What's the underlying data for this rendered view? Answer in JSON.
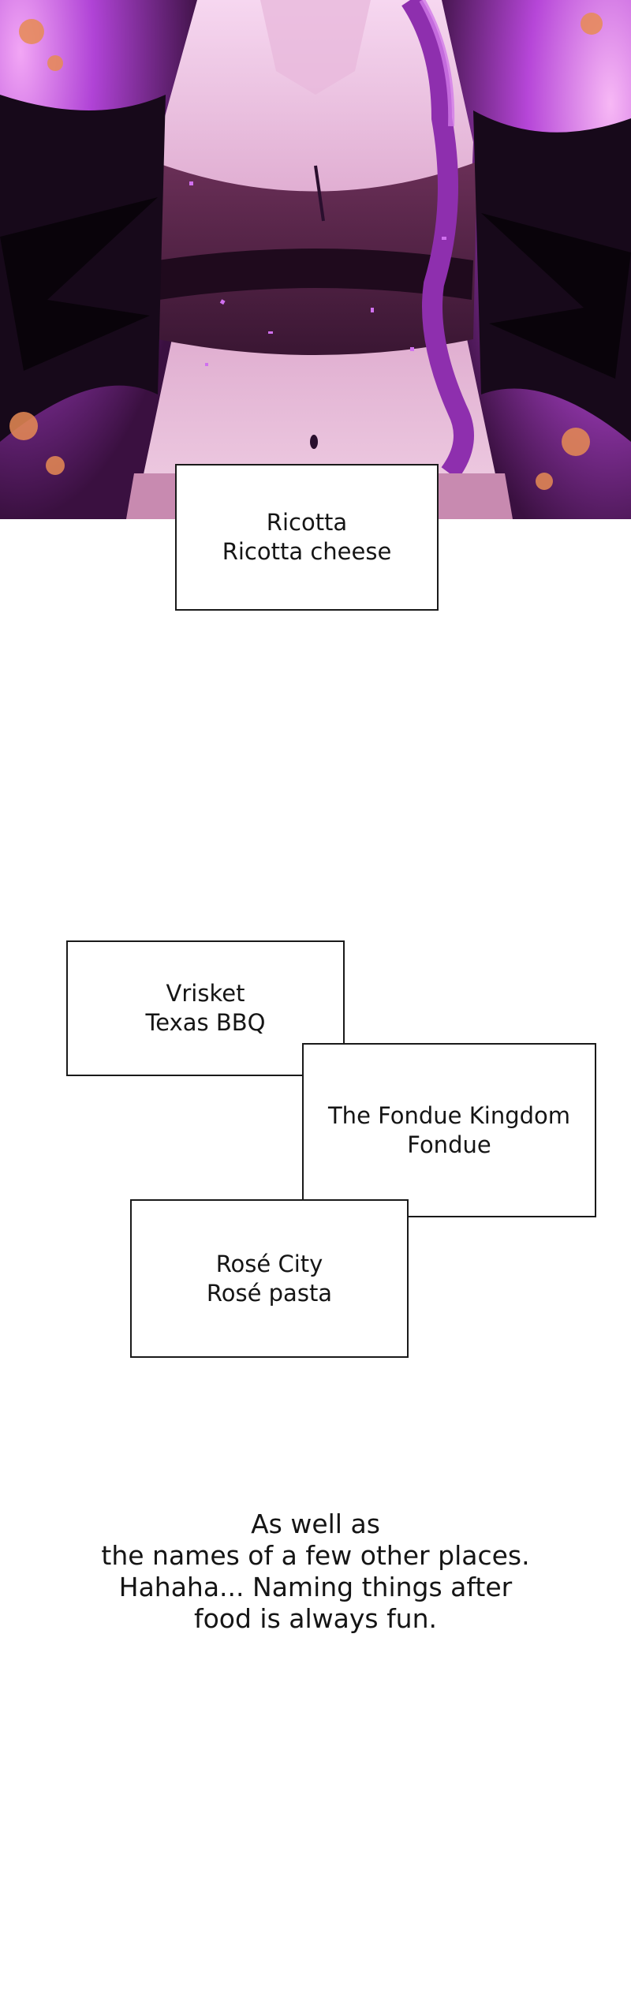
{
  "art_panel": {
    "description_icon": "illustration-icon"
  },
  "captions": {
    "ricotta": {
      "place": "Ricotta",
      "food": "Ricotta cheese"
    },
    "vrisket": {
      "place": "Vrisket",
      "food": "Texas BBQ"
    },
    "fondue": {
      "place": "The Fondue Kingdom",
      "food": "Fondue"
    },
    "rose": {
      "place": "Rosé City",
      "food": "Rosé pasta"
    }
  },
  "narration": {
    "line1": "As well as",
    "line2": "the names of a few other places.",
    "line3": "Hahaha... Naming things after",
    "line4": "food is always fun."
  },
  "colors": {
    "panel_dark": "#2a0f2e",
    "panel_purple": "#a23ad1",
    "panel_glow": "#e58cf0",
    "box_border": "#1a1a1a"
  }
}
